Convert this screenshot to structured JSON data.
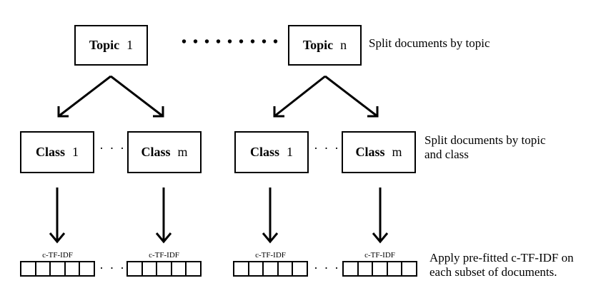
{
  "topics": [
    {
      "label": "Topic",
      "index": "1"
    },
    {
      "label": "Topic",
      "index": "n"
    }
  ],
  "topic_ellipsis": "• • • • • • • • •",
  "classes": [
    {
      "label": "Class",
      "index": "1"
    },
    {
      "label": "Class",
      "index": "m"
    },
    {
      "label": "Class",
      "index": "1"
    },
    {
      "label": "Class",
      "index": "m"
    }
  ],
  "class_ellipsis": "· · ·",
  "vector_label": "c-TF-IDF",
  "vector_ellipsis": "· · ·",
  "notes": {
    "split_topic": "Split documents by topic",
    "split_topic_class_line1": "Split documents by topic",
    "split_topic_class_line2": "and class",
    "apply_line1": "Apply pre-fitted c-TF-IDF on",
    "apply_line2": "each subset of documents."
  }
}
